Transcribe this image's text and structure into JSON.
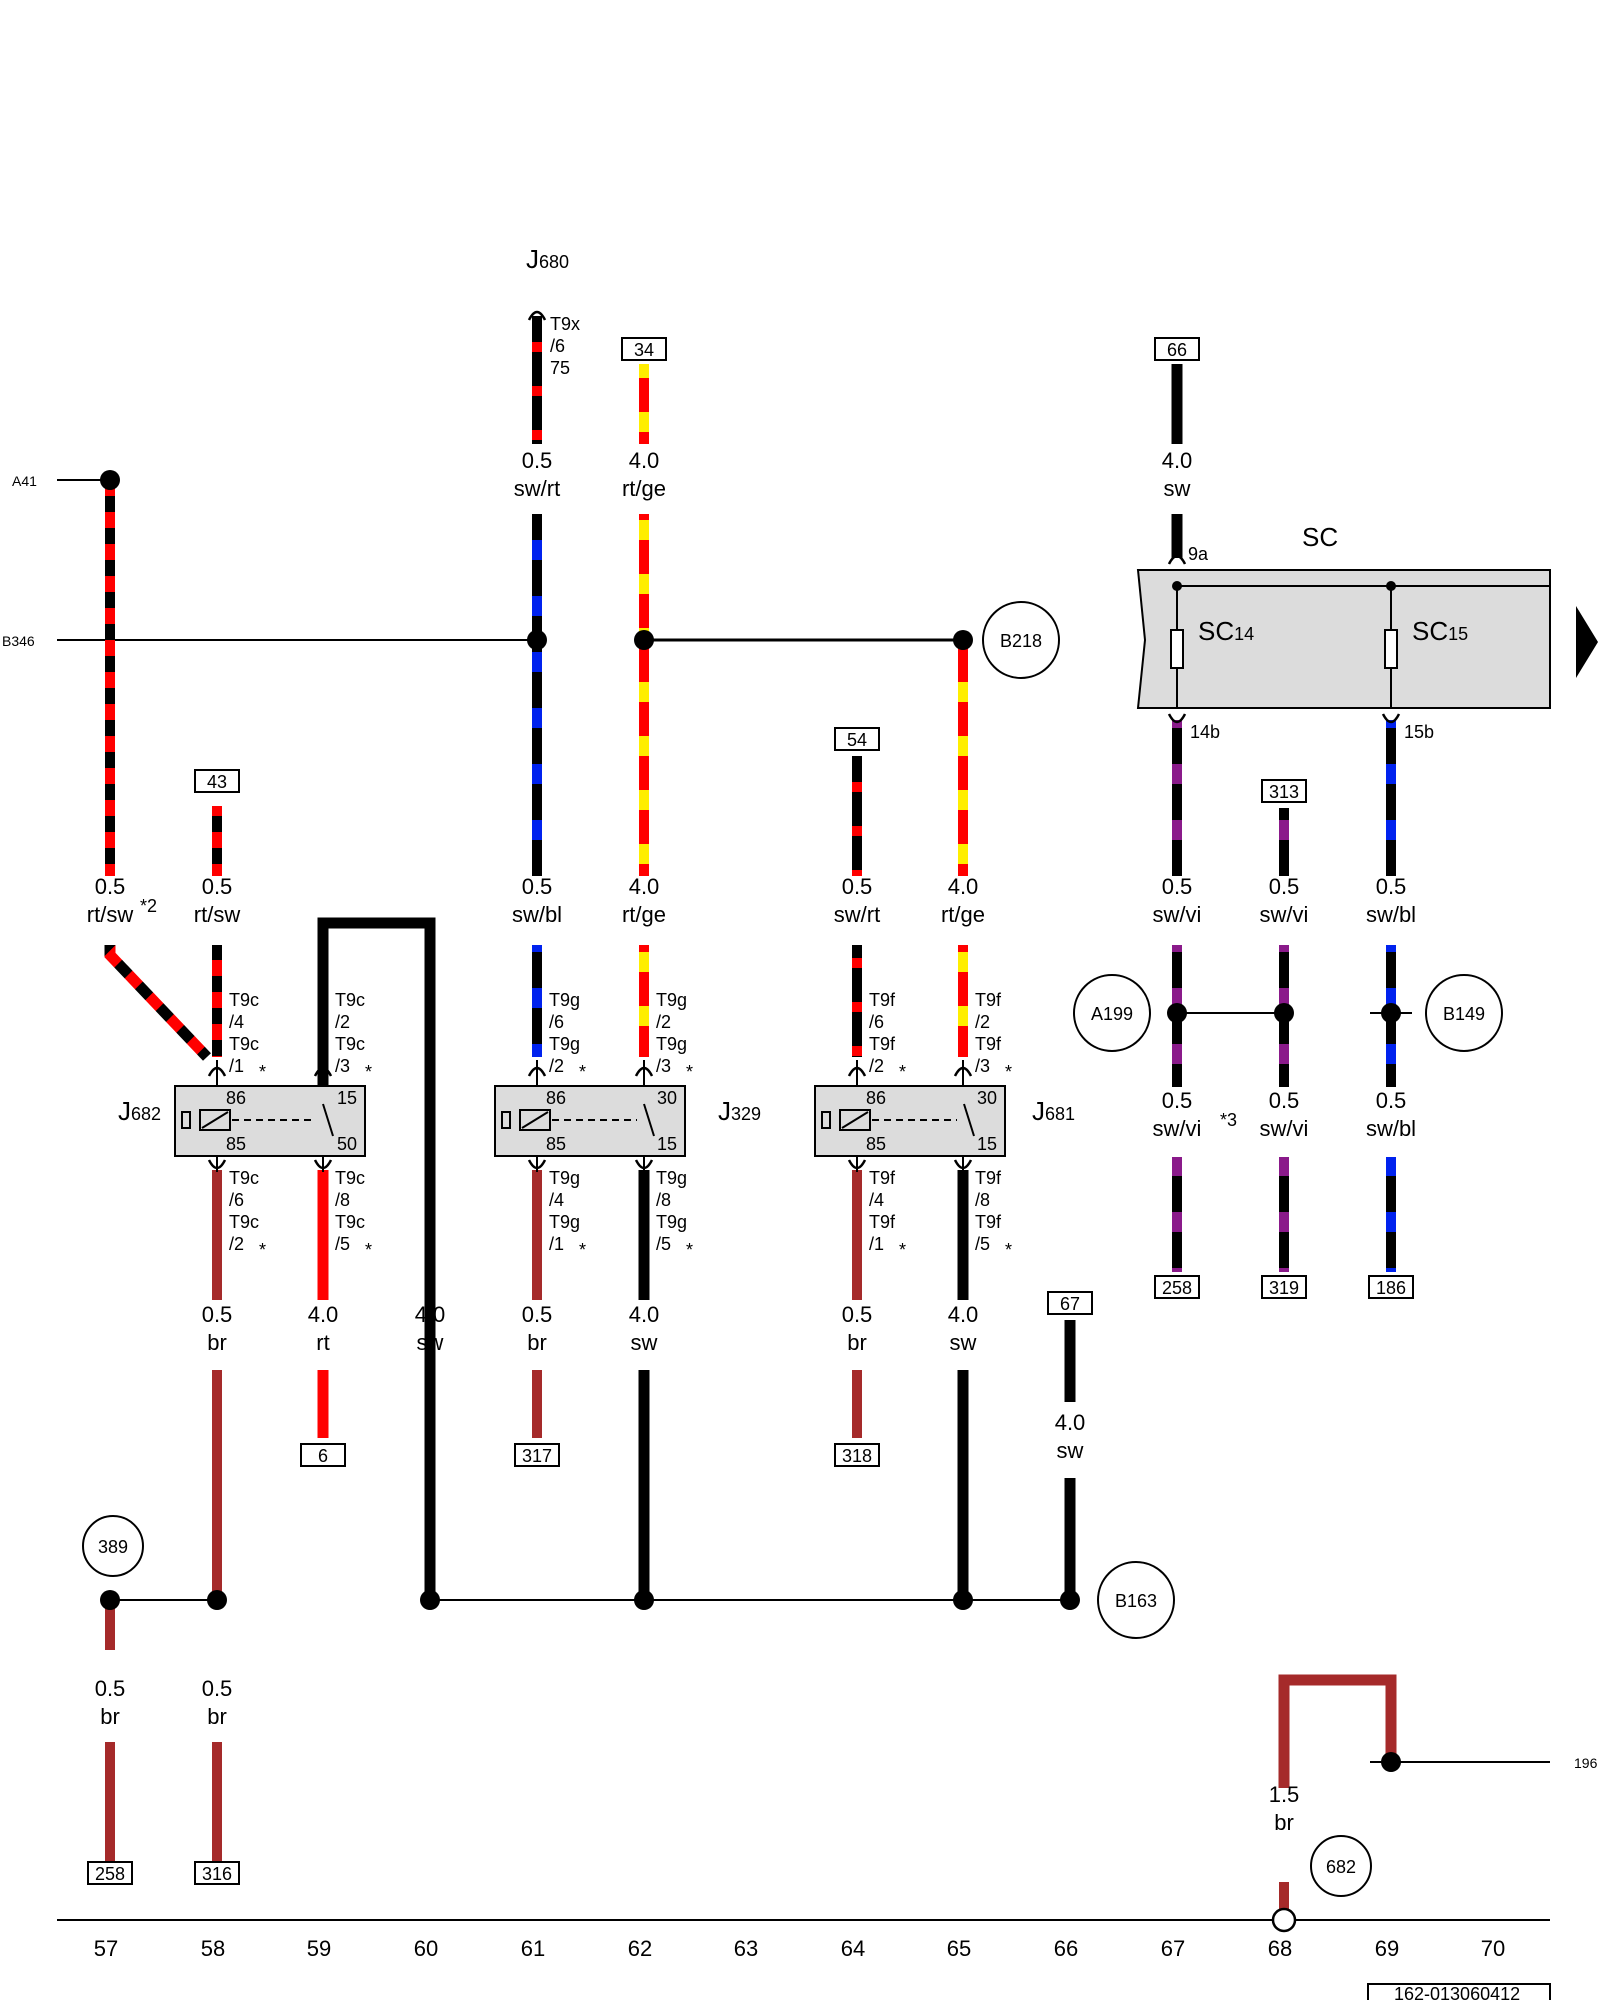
{
  "components": {
    "J680": {
      "prefix": "J",
      "num": "680"
    },
    "J682": {
      "prefix": "J",
      "num": "682"
    },
    "J329": {
      "prefix": "J",
      "num": "329"
    },
    "J681": {
      "prefix": "J",
      "num": "681"
    },
    "SC": "SC",
    "SC14": {
      "prefix": "SC",
      "num": "14"
    },
    "SC15": {
      "prefix": "SC",
      "num": "15"
    }
  },
  "side_refs": {
    "a41": "A41",
    "b346": "B346",
    "r196": "196"
  },
  "refs": {
    "r34": "34",
    "r66": "66",
    "r43": "43",
    "r54": "54",
    "r313": "313",
    "r6": "6",
    "r317": "317",
    "r318": "318",
    "r67": "67",
    "r258a": "258",
    "r319": "319",
    "r186": "186",
    "r258b": "258",
    "r316": "316"
  },
  "circles": {
    "b218": "B218",
    "a199": "A199",
    "b149": "B149",
    "b163": "B163",
    "c389": "389",
    "c682": "682"
  },
  "wires": {
    "w61a": {
      "size": "0.5",
      "color": "sw/rt"
    },
    "w62a": {
      "size": "4.0",
      "color": "rt/ge"
    },
    "w67a": {
      "size": "4.0",
      "color": "sw"
    },
    "w57": {
      "size": "0.5",
      "color": "rt/sw"
    },
    "w58a": {
      "size": "0.5",
      "color": "rt/sw"
    },
    "w61b": {
      "size": "0.5",
      "color": "sw/bl"
    },
    "w62b": {
      "size": "4.0",
      "color": "rt/ge"
    },
    "w64a": {
      "size": "0.5",
      "color": "sw/rt"
    },
    "w65a": {
      "size": "4.0",
      "color": "rt/ge"
    },
    "w67b": {
      "size": "0.5",
      "color": "sw/vi"
    },
    "w68a": {
      "size": "0.5",
      "color": "sw/vi"
    },
    "w69a": {
      "size": "0.5",
      "color": "sw/bl"
    },
    "w67c": {
      "size": "0.5",
      "color": "sw/vi"
    },
    "w68b": {
      "size": "0.5",
      "color": "sw/vi"
    },
    "w69b": {
      "size": "0.5",
      "color": "sw/bl"
    },
    "w58b": {
      "size": "0.5",
      "color": "br"
    },
    "w59": {
      "size": "4.0",
      "color": "rt"
    },
    "w60": {
      "size": "4.0",
      "color": "sw"
    },
    "w61c": {
      "size": "0.5",
      "color": "br"
    },
    "w62c": {
      "size": "4.0",
      "color": "sw"
    },
    "w64b": {
      "size": "0.5",
      "color": "br"
    },
    "w65b": {
      "size": "4.0",
      "color": "sw"
    },
    "w66": {
      "size": "4.0",
      "color": "sw"
    },
    "w57b": {
      "size": "0.5",
      "color": "br"
    },
    "w58c": {
      "size": "0.5",
      "color": "br"
    },
    "w68c": {
      "size": "1.5",
      "color": "br"
    }
  },
  "notes": {
    "n2": "*2",
    "n3": "*3"
  },
  "pins": {
    "t9x": [
      "T9x",
      "/6",
      "75"
    ],
    "j682_tl": [
      "T9c",
      "/4",
      "T9c",
      "/1"
    ],
    "j682_tr": [
      "T9c",
      "/2",
      "T9c",
      "/3"
    ],
    "j682_bl": [
      "T9c",
      "/6",
      "T9c",
      "/2"
    ],
    "j682_br": [
      "T9c",
      "/8",
      "T9c",
      "/5"
    ],
    "j329_tl": [
      "T9g",
      "/6",
      "T9g",
      "/2"
    ],
    "j329_tr": [
      "T9g",
      "/2",
      "T9g",
      "/3"
    ],
    "j329_bl": [
      "T9g",
      "/4",
      "T9g",
      "/1"
    ],
    "j329_br": [
      "T9g",
      "/8",
      "T9g",
      "/5"
    ],
    "j681_tl": [
      "T9f",
      "/6",
      "T9f",
      "/2"
    ],
    "j681_tr": [
      "T9f",
      "/2",
      "T9f",
      "/3"
    ],
    "j681_bl": [
      "T9f",
      "/4",
      "T9f",
      "/1"
    ],
    "j681_br": [
      "T9f",
      "/8",
      "T9f",
      "/5"
    ],
    "star": "*",
    "sc_9a": "9a",
    "sc_14b": "14b",
    "sc_15b": "15b"
  },
  "relay_terms": {
    "j682": [
      "86",
      "85",
      "15",
      "50"
    ],
    "j329": [
      "86",
      "85",
      "30",
      "15"
    ],
    "j681": [
      "86",
      "85",
      "30",
      "15"
    ]
  },
  "columns": [
    "57",
    "58",
    "59",
    "60",
    "61",
    "62",
    "63",
    "64",
    "65",
    "66",
    "67",
    "68",
    "69",
    "70"
  ],
  "doc_id": "162-013060412",
  "wire_colors": {
    "sw": "#000000",
    "rt": "#ff0000",
    "ge": "#ffee00",
    "bl": "#0022ee",
    "vi": "#8a1a8a",
    "br": "#a52a2a"
  },
  "fills": {
    "box": "#dcdcdc"
  }
}
